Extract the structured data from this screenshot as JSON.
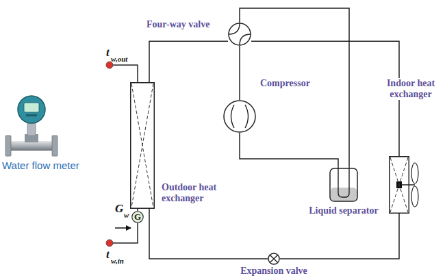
{
  "diagram": {
    "nodes": [
      {
        "text": [
          "Four-way valve"
        ]
      },
      {
        "text": [
          "Compressor"
        ]
      },
      {
        "text": [
          "Indoor heat exchanger"
        ]
      },
      {
        "text": [
          "Outdoor heat exchanger"
        ]
      },
      {
        "text": [
          "Liquid separator"
        ]
      },
      {
        "text": [
          "Expansion valve"
        ]
      },
      {
        "text": [
          "G"
        ]
      }
    ],
    "edges": [
      {
        "from": 0,
        "to": 3,
        "arrow": "none"
      },
      {
        "from": 3,
        "to": 5,
        "arrow": "none"
      },
      {
        "from": 5,
        "to": 2,
        "arrow": "none"
      },
      {
        "from": 2,
        "to": 0,
        "arrow": "none"
      },
      {
        "from": 0,
        "to": 1,
        "arrow": "none"
      },
      {
        "from": 0,
        "to": 4,
        "arrow": "none"
      },
      {
        "from": 1,
        "to": 4,
        "arrow": "none"
      },
      {
        "from": 6,
        "to": 3,
        "arrow": "none"
      }
    ],
    "labels": [
      "t",
      "w,out",
      "t",
      "w,in",
      "G",
      "w",
      "Water flow meter"
    ]
  }
}
